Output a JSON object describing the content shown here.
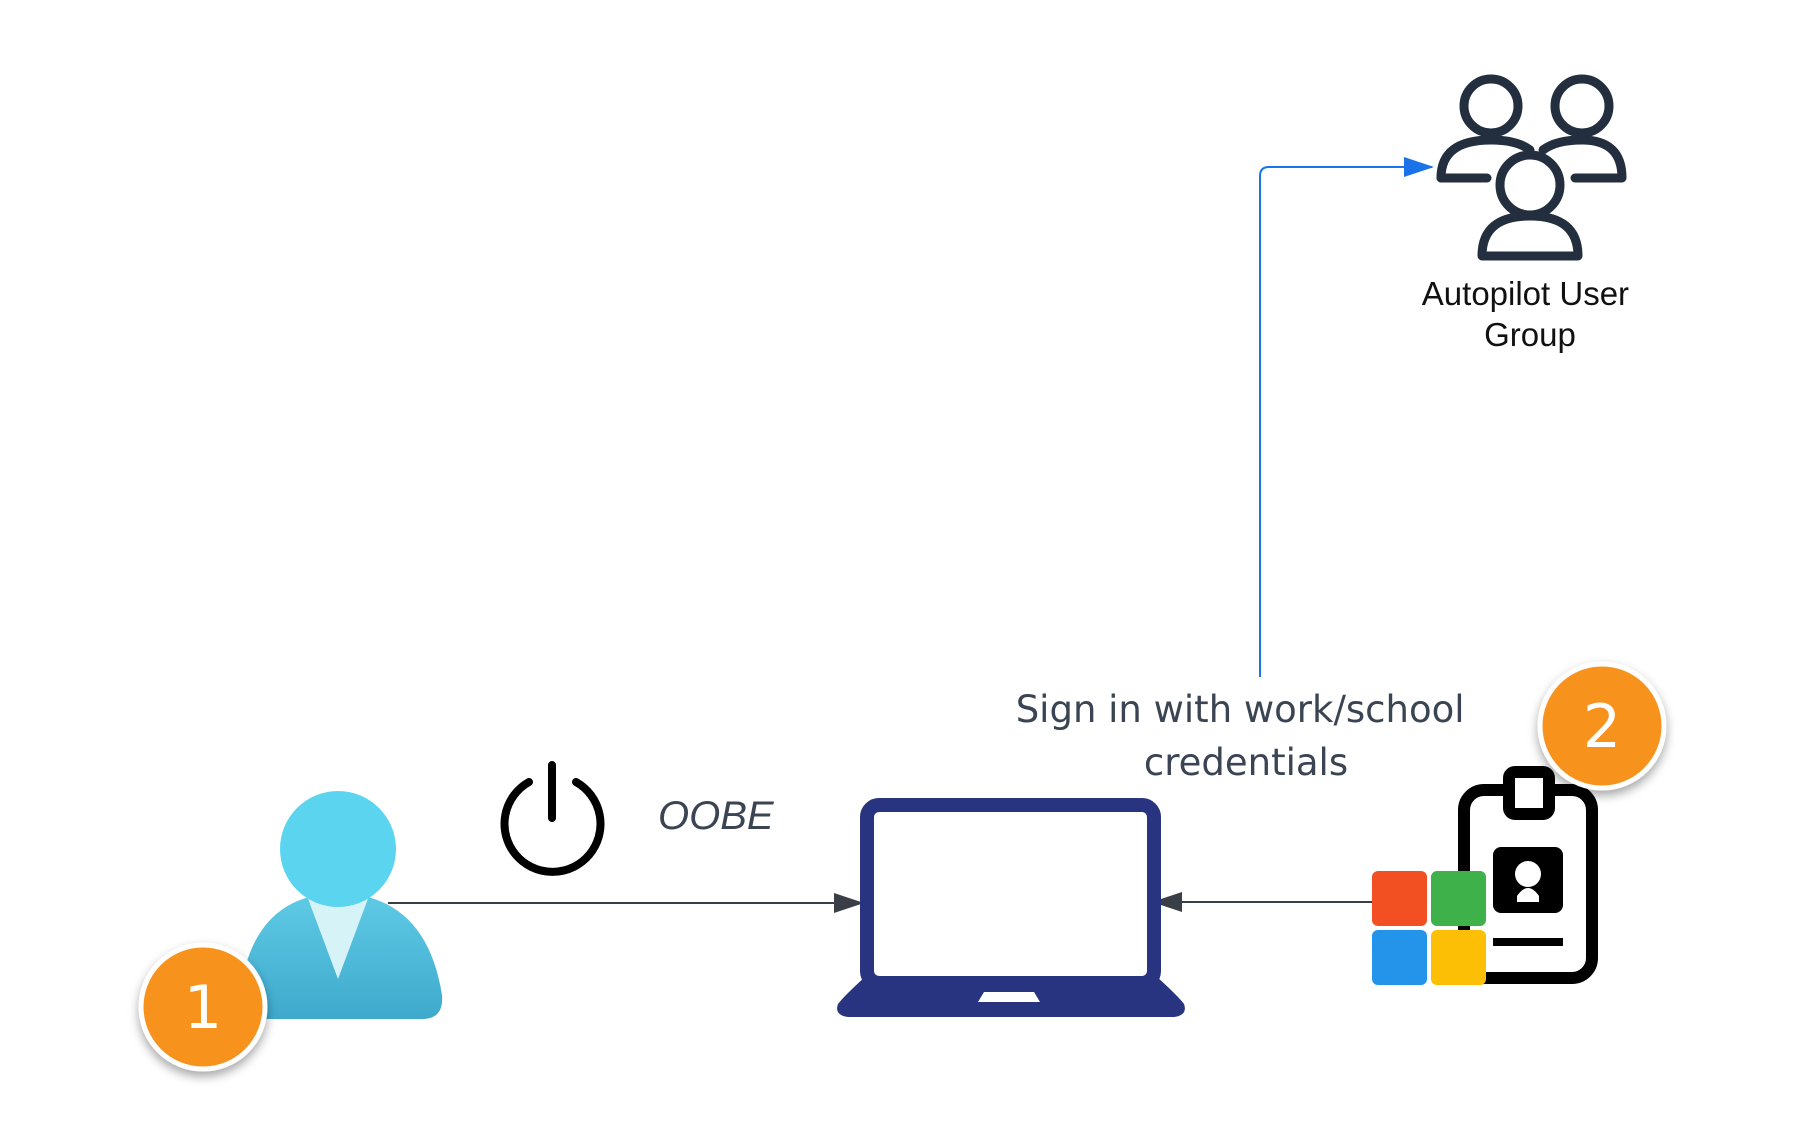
{
  "nodes": {
    "user_group": {
      "label_lines": [
        "Autopilot User",
        "Group"
      ],
      "icon": "user-group-icon"
    },
    "user": {
      "icon": "user-icon",
      "badge": "1"
    },
    "laptop": {
      "icon": "laptop-icon"
    },
    "credentials": {
      "icon": "id-badge-icon",
      "logo": "microsoft-logo-icon",
      "badge": "2"
    }
  },
  "edges": {
    "user_to_laptop": {
      "label": "OOBE",
      "icon": "power-icon"
    },
    "credentials_to_laptop": {
      "label_lines": [
        "Sign in with work/school",
        "credentials"
      ]
    },
    "signin_to_group": {}
  },
  "colors": {
    "badge": "#f7931e",
    "laptop": "#283480",
    "user_head": "#5bd5ef",
    "user_body": "#4ab3d2",
    "arrow_gray": "#3a3f47",
    "arrow_blue": "#1a73e8",
    "ms_red": "#f25022",
    "ms_green": "#3fb14a",
    "ms_blue": "#2493ea",
    "ms_yellow": "#fcbf05"
  }
}
